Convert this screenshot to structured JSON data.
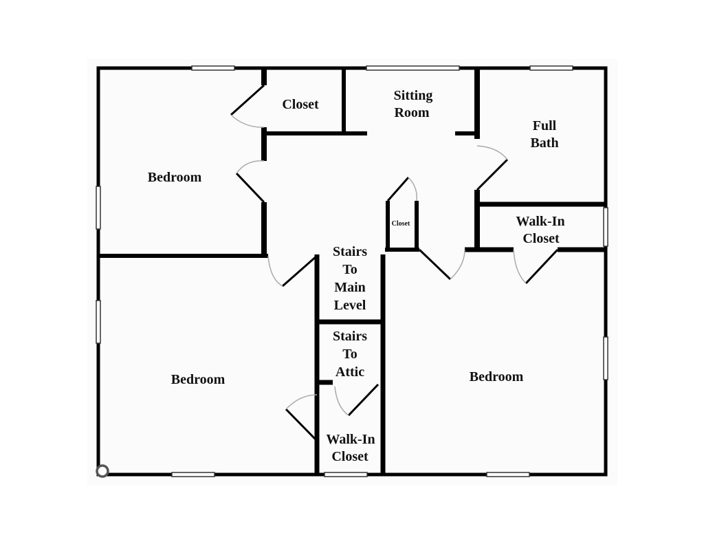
{
  "rooms": {
    "bedroom_nw": "Bedroom",
    "closet_top": "Closet",
    "sitting_line1": "Sitting",
    "sitting_line2": "Room",
    "bath_line1": "Full",
    "bath_line2": "Bath",
    "closet_small": "Closet",
    "walkin_e_line1": "Walk-In",
    "walkin_e_line2": "Closet",
    "stairs_main_line1": "Stairs",
    "stairs_main_line2": "To",
    "stairs_main_line3": "Main",
    "stairs_main_line4": "Level",
    "stairs_attic_line1": "Stairs",
    "stairs_attic_line2": "To",
    "stairs_attic_line3": "Attic",
    "bedroom_sw": "Bedroom",
    "bedroom_se": "Bedroom",
    "walkin_s_line1": "Walk-In",
    "walkin_s_line2": "Closet"
  }
}
